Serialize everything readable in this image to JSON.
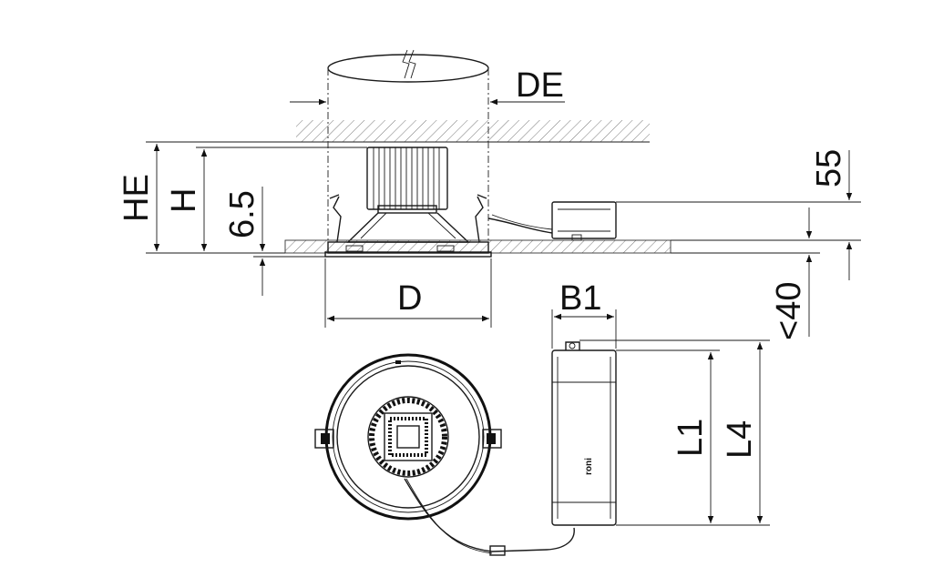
{
  "labels": {
    "de": "DE",
    "he": "HE",
    "h": "H",
    "d65": "6.5",
    "d": "D",
    "b1": "B1",
    "d55": "55",
    "d40": "<40",
    "l1": "L1",
    "l4": "L4",
    "brand": "roni"
  },
  "colors": {
    "line": "#1a1a1a",
    "background": "#ffffff"
  },
  "icons": [
    "arrowhead"
  ]
}
